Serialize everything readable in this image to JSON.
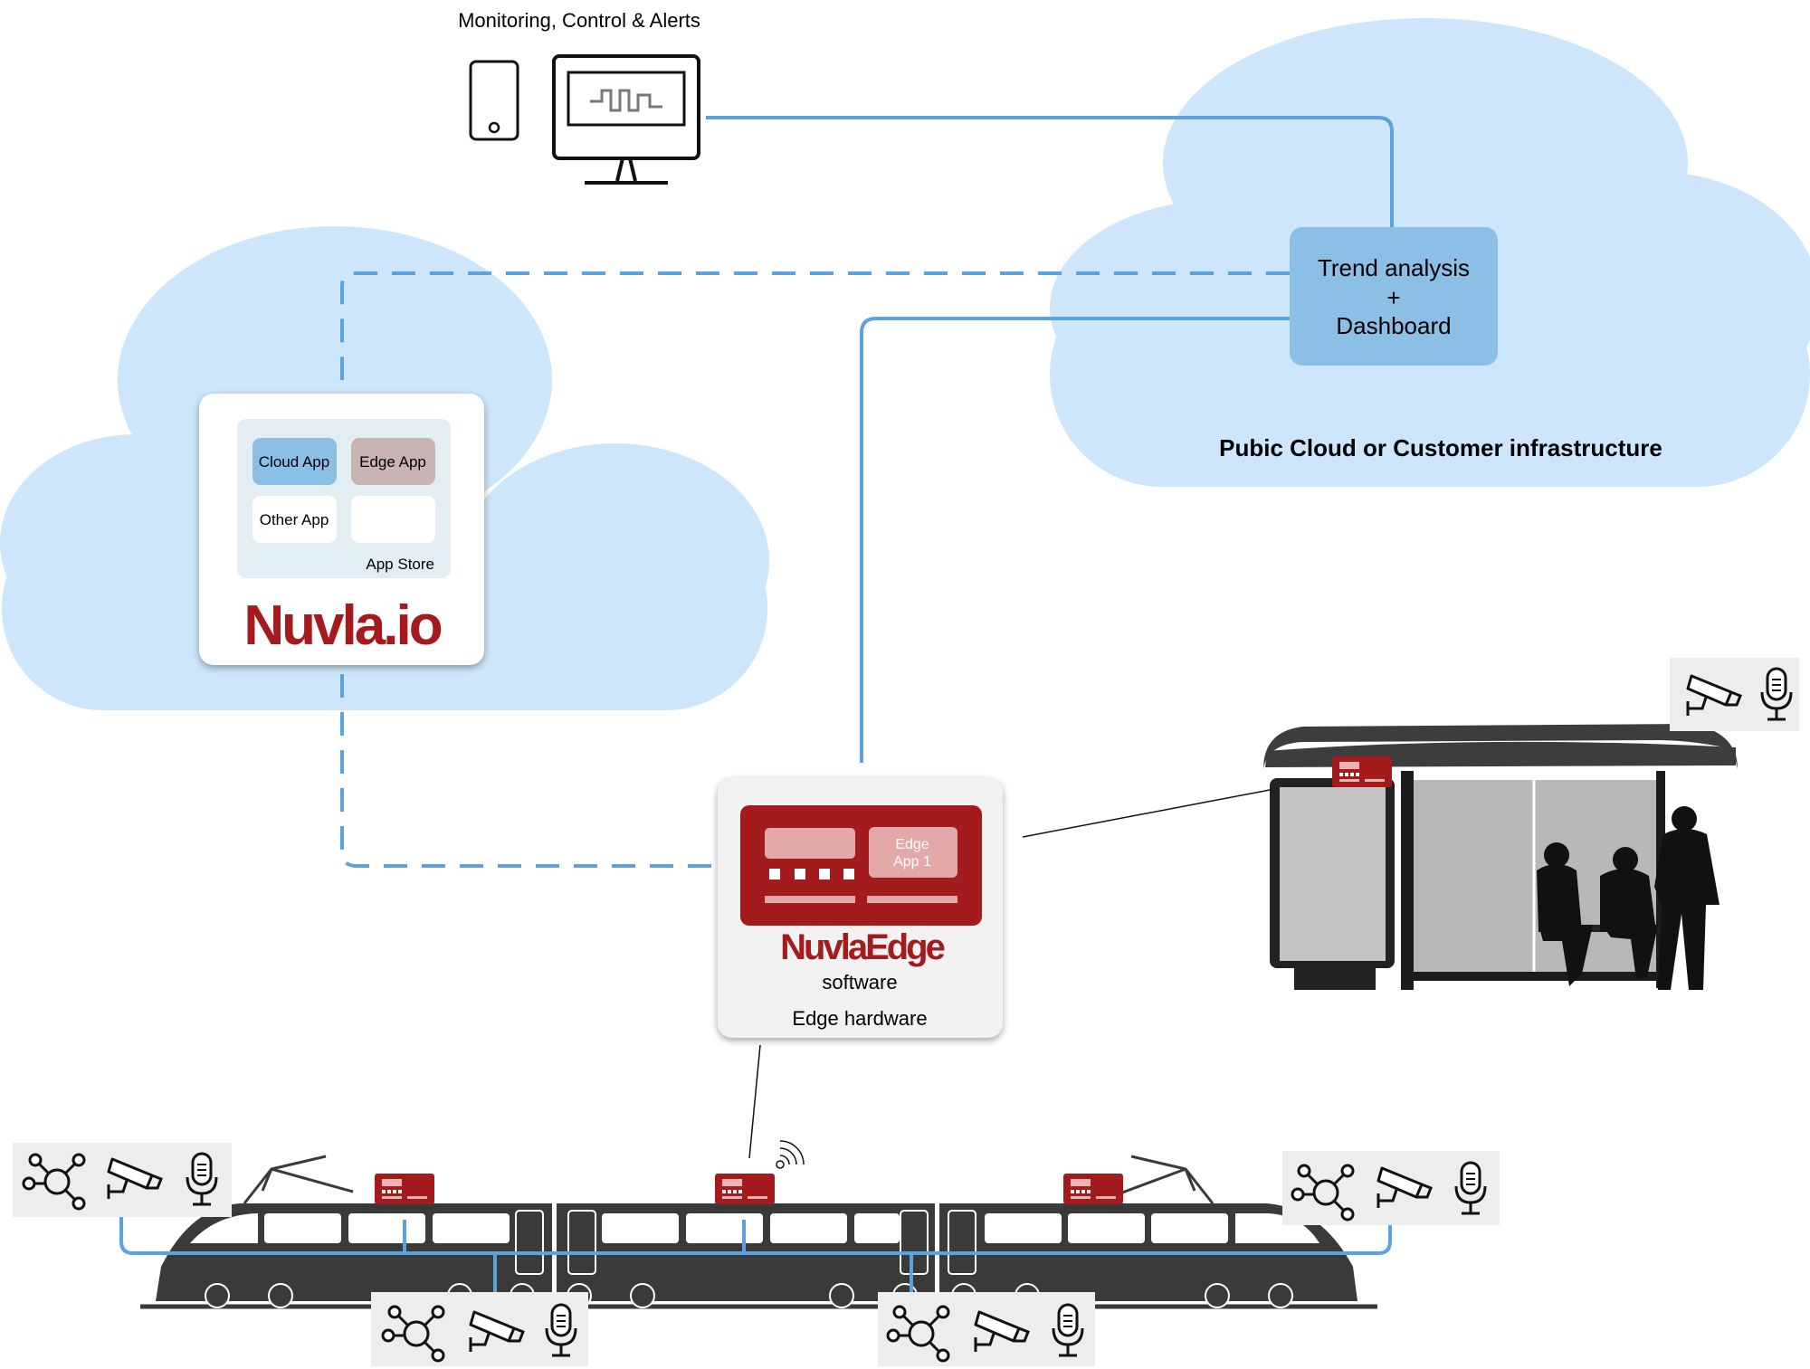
{
  "monitoring": {
    "label": "Monitoring, Control & Alerts"
  },
  "public_cloud": {
    "label": "Pubic Cloud or Customer infrastructure",
    "trend_box": {
      "line1": "Trend analysis",
      "line2": "+",
      "line3": "Dashboard"
    }
  },
  "nuvla_cloud": {
    "app_store": {
      "apps": [
        "Cloud App",
        "Edge App",
        "Other App",
        ""
      ],
      "label": "App Store"
    },
    "logo": "Nuvla.io"
  },
  "edge_box": {
    "app_label_line1": "Edge",
    "app_label_line2": "App 1",
    "logo": "NuvlaEdge",
    "software": "software",
    "hardware": "Edge hardware"
  },
  "colors": {
    "cloud": "#cde6fb",
    "link": "#5aa3e0",
    "trend_box": "#8bbfe6",
    "nuvla_red": "#a41b1e",
    "train": "#3a3a38",
    "sensor_bg": "#ededed"
  },
  "icons": [
    "tablet-icon",
    "monitor-icon",
    "cctv-camera-icon",
    "microphone-icon",
    "network-hub-icon",
    "wifi-signal-icon",
    "train-icon",
    "bus-shelter-icon"
  ]
}
